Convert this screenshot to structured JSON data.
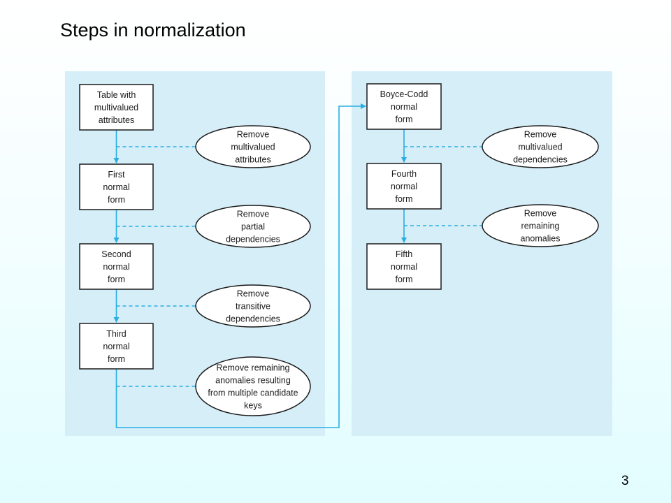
{
  "slide": {
    "title": "Steps in normalization",
    "page_number": "3"
  },
  "colors": {
    "panel": "#d6eef8",
    "flow_line": "#2aaee2",
    "box_stroke": "#1a1a1a"
  },
  "left_panel": {
    "boxes": [
      {
        "lines": [
          "Table with",
          "multivalued",
          "attributes"
        ]
      },
      {
        "lines": [
          "First",
          "normal",
          "form"
        ]
      },
      {
        "lines": [
          "Second",
          "normal",
          "form"
        ]
      },
      {
        "lines": [
          "Third",
          "normal",
          "form"
        ]
      }
    ],
    "steps": [
      {
        "lines": [
          "Remove",
          "multivalued",
          "attributes"
        ]
      },
      {
        "lines": [
          "Remove",
          "partial",
          "dependencies"
        ]
      },
      {
        "lines": [
          "Remove",
          "transitive",
          "dependencies"
        ]
      },
      {
        "lines": [
          "Remove remaining",
          "anomalies resulting",
          "from multiple candidate",
          "keys"
        ]
      }
    ]
  },
  "right_panel": {
    "boxes": [
      {
        "lines": [
          "Boyce-Codd",
          "normal",
          "form"
        ]
      },
      {
        "lines": [
          "Fourth",
          "normal",
          "form"
        ]
      },
      {
        "lines": [
          "Fifth",
          "normal",
          "form"
        ]
      }
    ],
    "steps": [
      {
        "lines": [
          "Remove",
          "multivalued",
          "dependencies"
        ]
      },
      {
        "lines": [
          "Remove",
          "remaining",
          "anomalies"
        ]
      }
    ]
  }
}
